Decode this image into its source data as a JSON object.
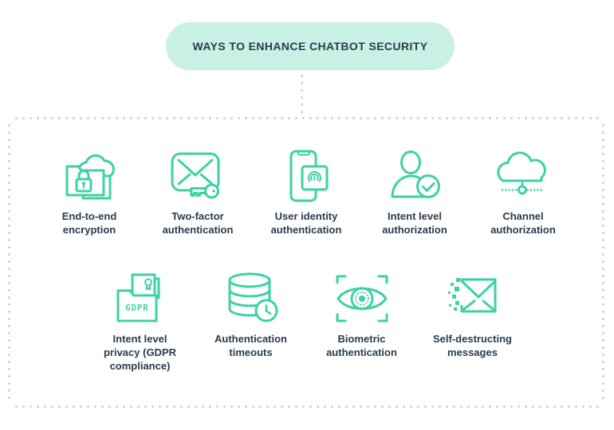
{
  "header": {
    "title": "WAYS TO ENHANCE CHATBOT SECURITY"
  },
  "colors": {
    "accent_green": "#3ed2a2",
    "title_background": "#c9f0e4",
    "text_navy": "#2a3b4c",
    "dotted_border_gray": "#ccd5e0"
  },
  "security_methods": {
    "row1": [
      {
        "label": "End-to-end encryption",
        "icon": "cloud-folder-lock-icon"
      },
      {
        "label": "Two-factor authentication",
        "icon": "envelope-key-icon"
      },
      {
        "label": "User identity authentication",
        "icon": "phone-fingerprint-icon"
      },
      {
        "label": "Intent level authorization",
        "icon": "user-check-icon"
      },
      {
        "label": "Channel authorization",
        "icon": "cloud-network-icon"
      }
    ],
    "row2": [
      {
        "label": "Intent level privacy (GDPR compliance)",
        "icon": "gdpr-folder-icon",
        "icon_text": "GDPR"
      },
      {
        "label": "Authentication timeouts",
        "icon": "database-clock-icon"
      },
      {
        "label": "Biometric authentication",
        "icon": "eye-scan-icon"
      },
      {
        "label": "Self-destructing messages",
        "icon": "dissolving-envelope-icon"
      }
    ]
  }
}
